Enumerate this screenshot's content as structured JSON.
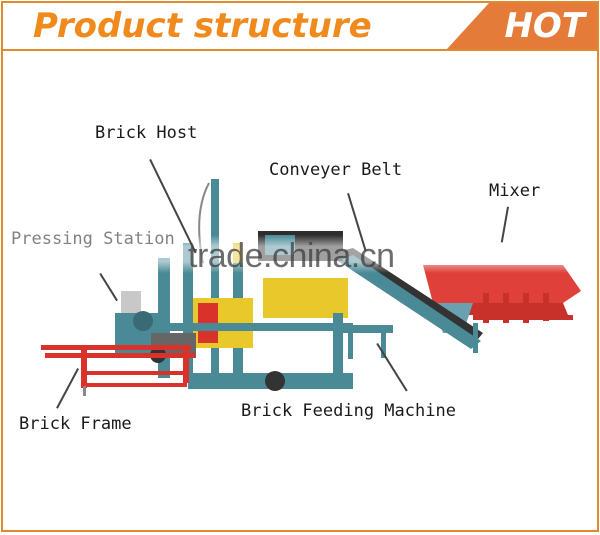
{
  "header": {
    "title": "Product structure",
    "badge": "HOT",
    "title_color": "#f08a1c",
    "badge_bg": "#e57b38",
    "border_color": "#e08a30"
  },
  "labels": {
    "brick_host": "Brick Host",
    "conveyer_belt": "Conveyer Belt",
    "mixer": "Mixer",
    "pressing_station": "Pressing Station",
    "brick_frame": "Brick Frame",
    "brick_feeding_machine": "Brick Feeding Machine"
  },
  "watermark": "trade.china.cn",
  "machine_colors": {
    "frame_blue": "#4a8a96",
    "yellow": "#e8c82a",
    "red": "#d8322a",
    "mixer_red": "#e0403a",
    "dark": "#2d2d2d"
  }
}
